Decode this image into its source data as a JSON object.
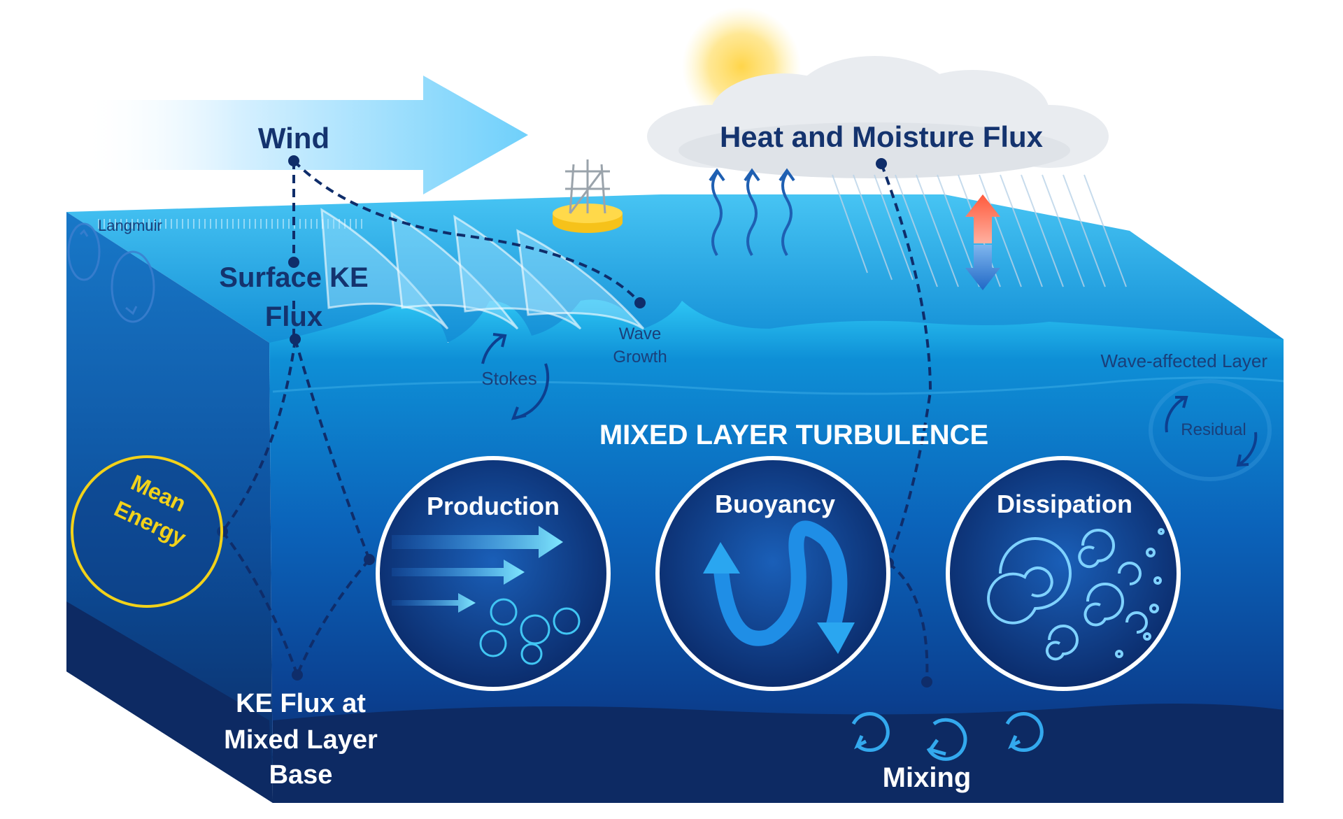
{
  "labels": {
    "wind": "Wind",
    "heat_flux": "Heat and Moisture Flux",
    "langmuir": "Langmuir",
    "surface_ke_1": "Surface KE",
    "surface_ke_2": "Flux",
    "wave_growth_1": "Wave",
    "wave_growth_2": "Growth",
    "stokes": "Stokes",
    "wave_affected": "Wave-affected Layer",
    "residual": "Residual",
    "mlt": "MIXED LAYER TURBULENCE",
    "production": "Production",
    "buoyancy": "Buoyancy",
    "dissipation": "Dissipation",
    "mean_energy_1": "Mean",
    "mean_energy_2": "Energy",
    "ke_base_1": "KE Flux at",
    "ke_base_2": "Mixed Layer",
    "ke_base_3": "Base",
    "mixing": "Mixing"
  },
  "colors": {
    "title_text": "#14336e",
    "ocean_surface": "#1aa8e6",
    "ocean_deep": "#0d2a63",
    "mean_energy_ring": "#f2d21a",
    "heat_arrow": "#ff6a4d",
    "cool_arrow": "#2d78d2"
  },
  "icons": [
    "wind-arrow-icon",
    "sun-icon",
    "cloud-icon",
    "rain-icon",
    "buoy-icon",
    "heat-wavy-arrows-icon",
    "up-down-arrow-icon",
    "langmuir-circulation-icon",
    "stokes-cycle-icon",
    "residual-cycle-icon",
    "production-arrows-icon",
    "buoyancy-loop-icon",
    "dissipation-spirals-icon",
    "mixing-eddies-icon"
  ]
}
